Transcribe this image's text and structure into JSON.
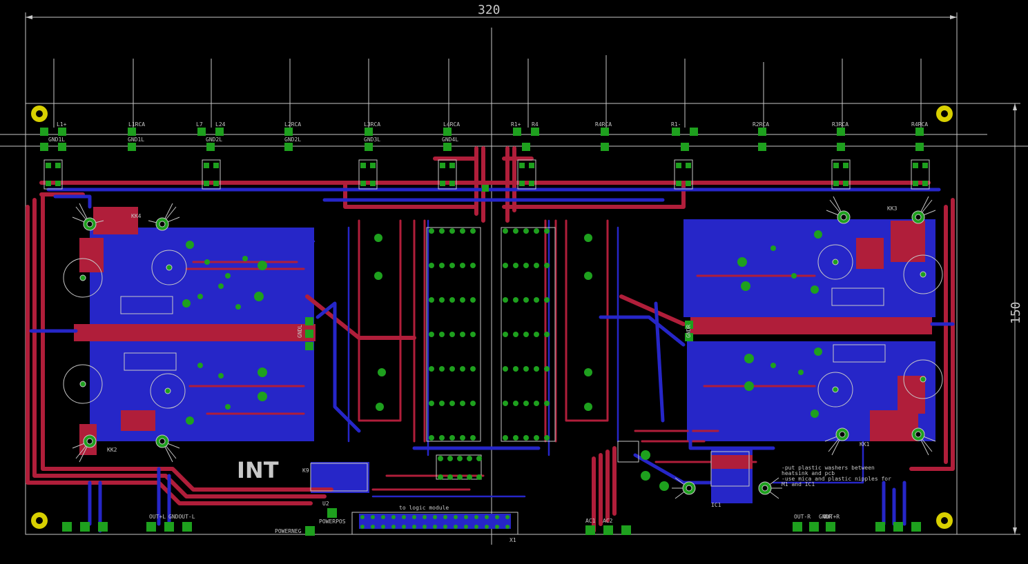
{
  "board": {
    "width_label": "320",
    "height_label": "150",
    "big_label": "INT",
    "logic_label": "to logic module",
    "notes": [
      "-put plastic washers between",
      "heatsink and pcb",
      "-use mica and plastic nipples for",
      "M1 and IC1"
    ]
  },
  "heatsinks": [
    "KK4",
    "KK2",
    "KK3",
    "KK1",
    "K9",
    "IC1"
  ],
  "connectors_top_left": [
    "L1+",
    "L1RCA",
    "L7",
    "L24",
    "L2RCA",
    "L3RCA",
    "L4RCA",
    "GND1L",
    "GND2L",
    "GND3L",
    "GND4L"
  ],
  "connectors_top_right": [
    "R1+",
    "R4",
    "R4RCA",
    "R1-",
    "R2RCA",
    "R3RCA",
    "R4RCA"
  ],
  "bottom_labels": [
    "OUT+L",
    "GNDOUT-L",
    "POWERPOS",
    "POWERNEG",
    "OUT-R",
    "GNDR",
    "OUT+R",
    "X1",
    "AC1",
    "AC2"
  ],
  "side_labels": [
    "GNDL",
    "GNDR",
    "U2"
  ],
  "colors": {
    "background": "#000000",
    "top_copper": "#b01e3a",
    "bottom_copper": "#2626c8",
    "pads": "#1ea01e",
    "silkscreen": "#c8c8c8",
    "mount_holes": "#d8d000"
  }
}
